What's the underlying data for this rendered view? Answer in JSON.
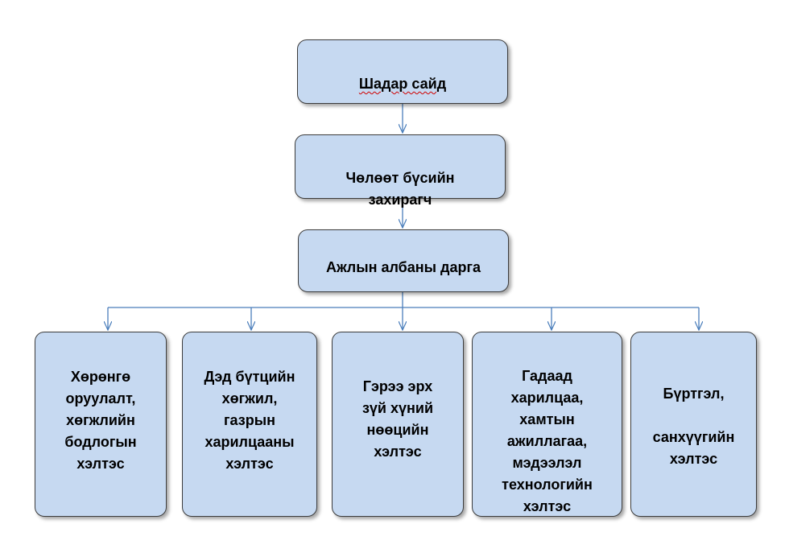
{
  "org_chart": {
    "top": {
      "label": "Шадар сайд"
    },
    "second": {
      "label": "Чөлөөт бүсийн\nзахирагч"
    },
    "third": {
      "label": "Ажлын албаны дарга"
    },
    "departments": [
      {
        "label": "Хөрөнгө\nоруулалт,\nхөгжлийн\nбодлогын\nхэлтэс"
      },
      {
        "label": "Дэд бүтцийн\nхөгжил,\nгазрын\nхарилцааны\nхэлтэс"
      },
      {
        "label": "Гэрээ эрх\nзүй хүний\nнөөцийн\nхэлтэс"
      },
      {
        "label": "Гадаад\nхарилцаа,\nхамтын\nажиллагаа,\nмэдээлэл\nтехнологийн\nхэлтэс"
      },
      {
        "label": "Бүртгэл,\n\nсанхүүгийн\nхэлтэс"
      }
    ]
  }
}
